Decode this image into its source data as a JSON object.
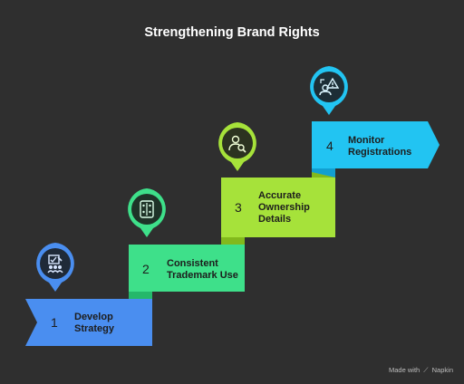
{
  "title": "Strengthening Brand Rights",
  "steps": [
    {
      "number": "1",
      "label": "Develop\nStrategy",
      "color": "#4a8ef0",
      "shade": "#2f6fd0",
      "icon": "strategy-team-icon"
    },
    {
      "number": "2",
      "label": "Consistent\nTrademark Use",
      "color": "#3ee08a",
      "shade": "#25b86a",
      "icon": "document-checklist-icon"
    },
    {
      "number": "3",
      "label": "Accurate\nOwnership\nDetails",
      "color": "#a6e23a",
      "shade": "#82b91c",
      "icon": "user-search-icon"
    },
    {
      "number": "4",
      "label": "Monitor\nRegistrations",
      "color": "#22c4f2",
      "shade": "#129fd0",
      "icon": "monitor-alert-icon"
    }
  ],
  "footer": {
    "made_with": "Made with",
    "brand": "Napkin"
  }
}
